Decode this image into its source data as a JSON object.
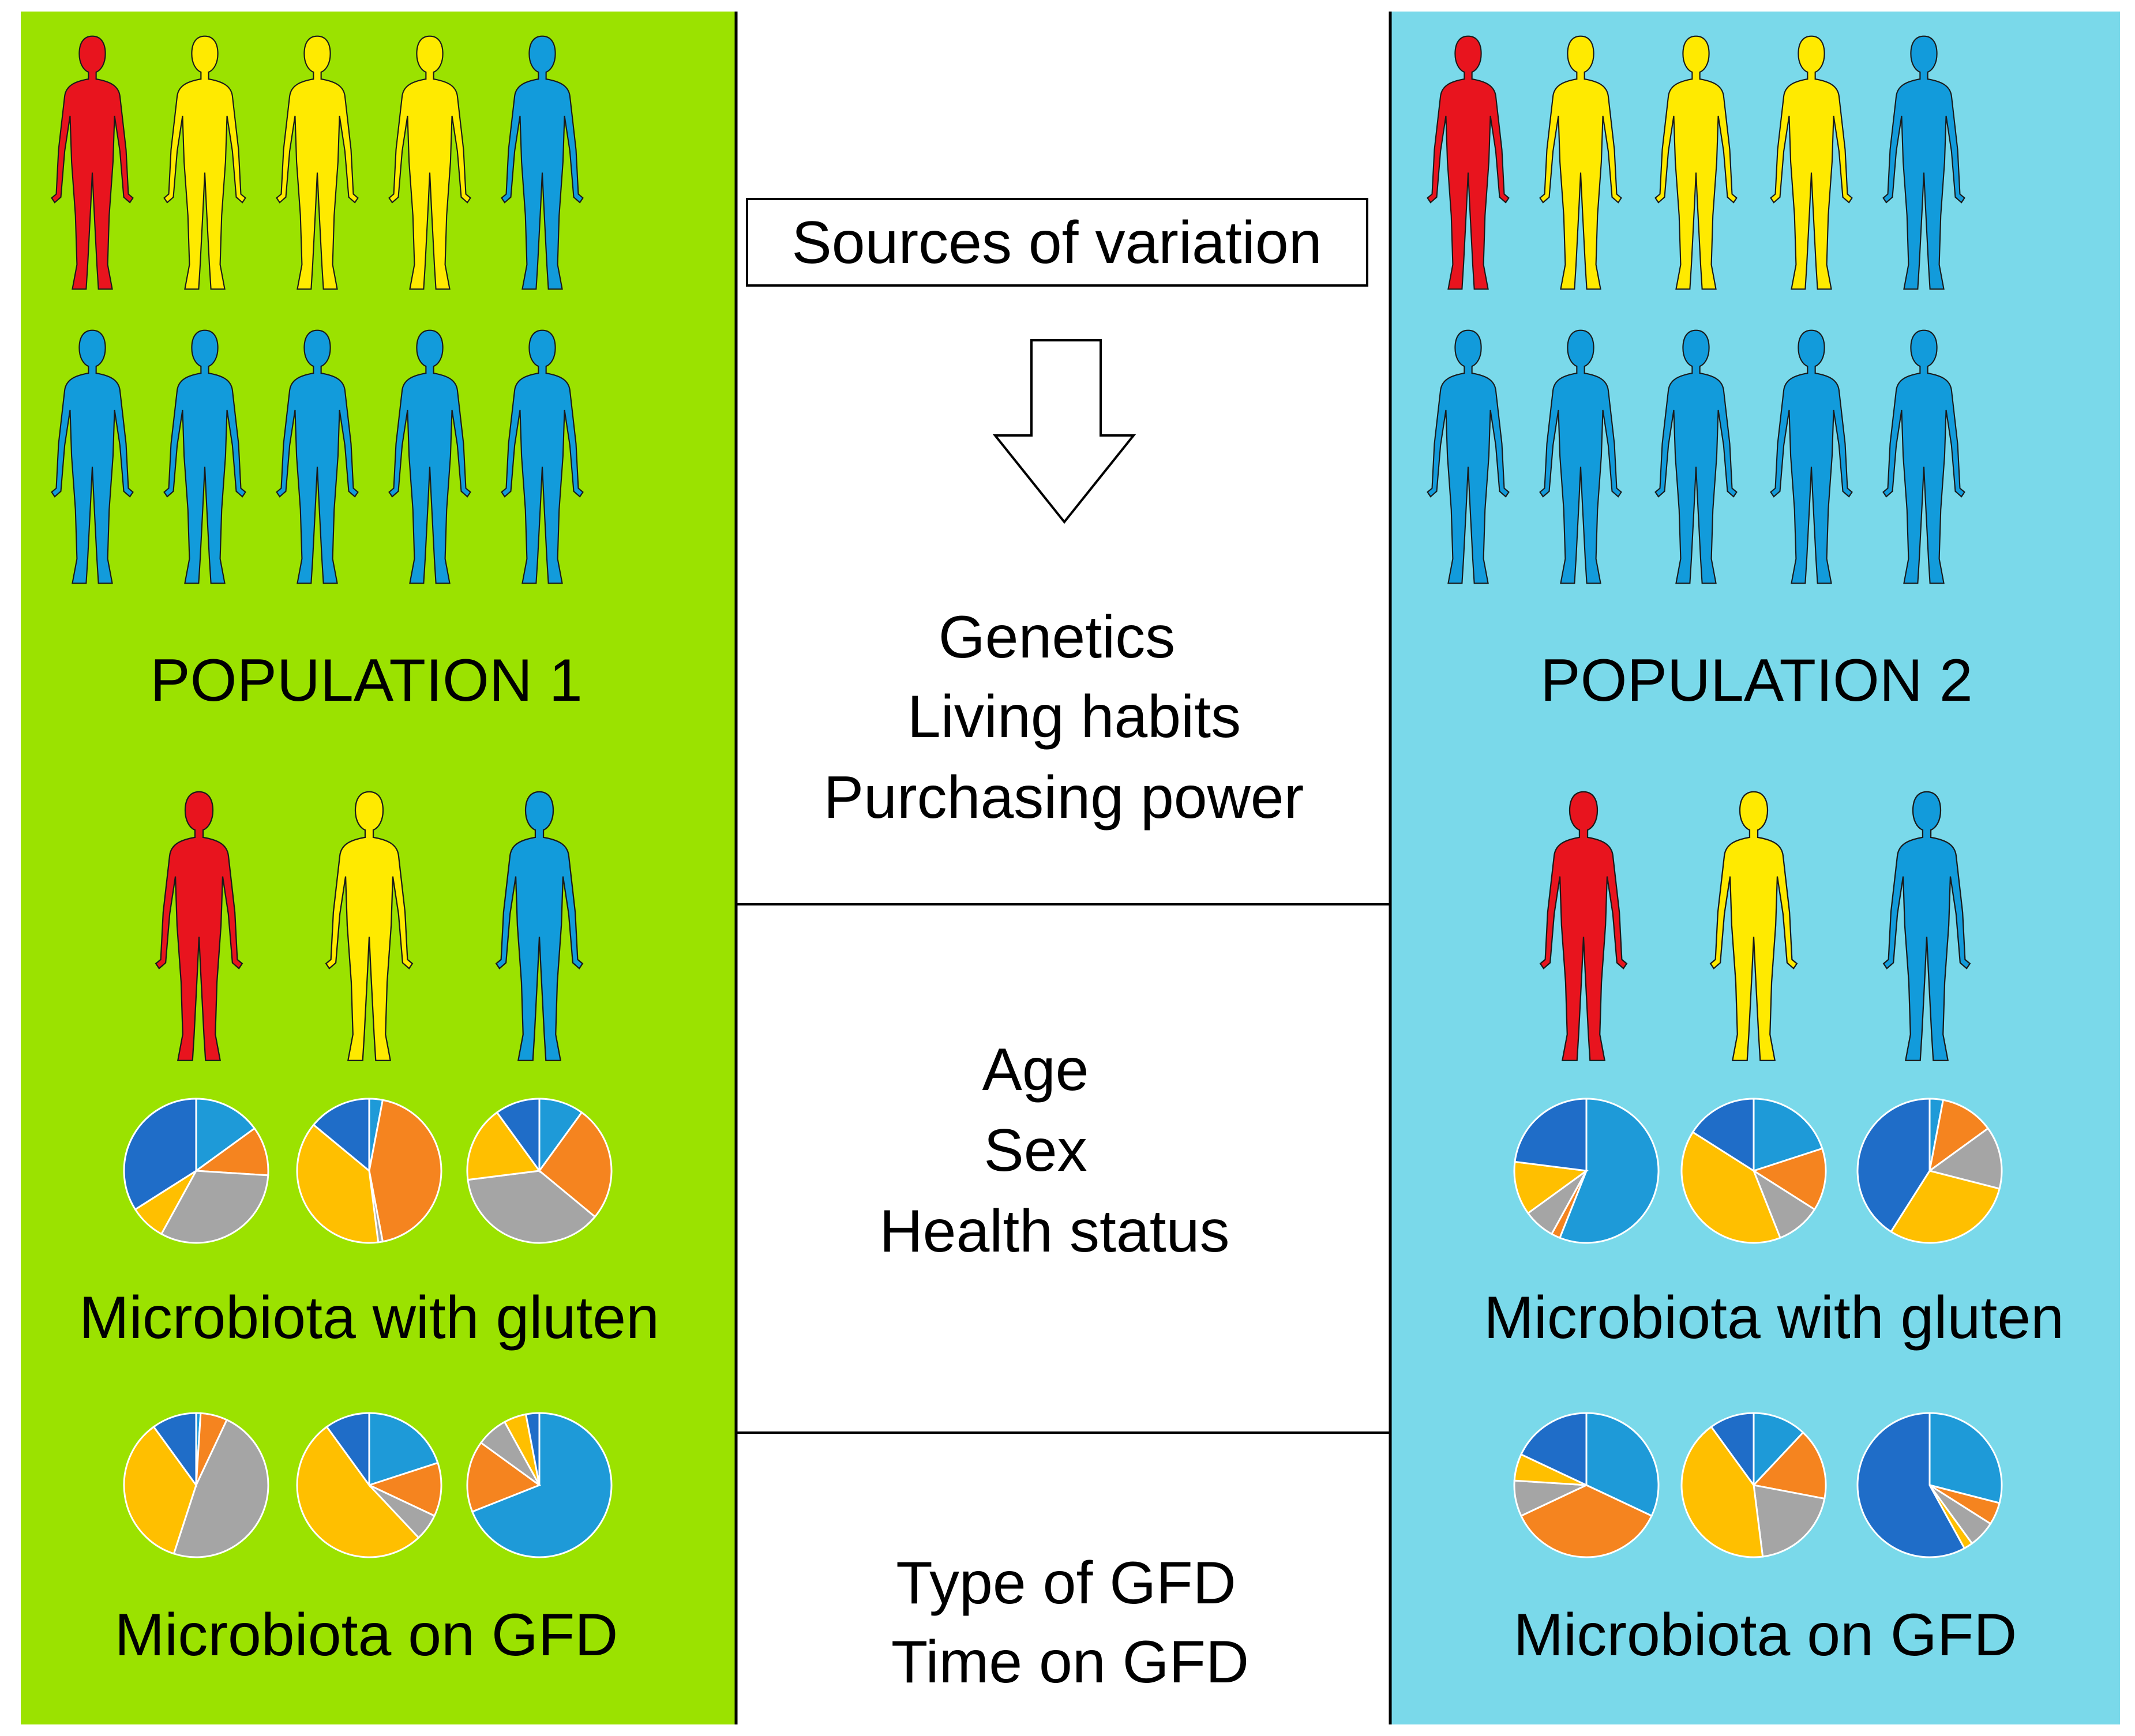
{
  "colors": {
    "population1_bg": "#9be200",
    "population2_bg": "#7ad9ea",
    "figure_red": "#e8141e",
    "figure_yellow": "#ffea00",
    "figure_blue": "#129bdb",
    "pie_dark_blue": "#1f6dc8",
    "pie_light_blue": "#1e9ad8",
    "pie_orange": "#f5841f",
    "pie_gray": "#a5a5a5",
    "pie_yellow": "#ffbf00"
  },
  "center": {
    "header": "Sources of variation",
    "group1": [
      "Genetics",
      "Living habits",
      "Purchasing power"
    ],
    "group2": [
      "Age",
      "Sex",
      "Health status"
    ],
    "group3": [
      "Type of GFD",
      "Time on GFD"
    ]
  },
  "panels": [
    {
      "title": "POPULATION 1",
      "figure_rows": [
        [
          "red",
          "yellow",
          "yellow",
          "yellow",
          "blue"
        ],
        [
          "blue",
          "blue",
          "blue",
          "blue",
          "blue"
        ]
      ],
      "subset_figures": [
        "red",
        "yellow",
        "blue"
      ],
      "gluten_label": "Microbiota with gluten",
      "gfd_label": "Microbiota on GFD",
      "gluten_pies": [
        [
          [
            "light_blue",
            15
          ],
          [
            "orange",
            11
          ],
          [
            "gray",
            32
          ],
          [
            "yellow",
            8
          ],
          [
            "dark_blue",
            34
          ]
        ],
        [
          [
            "light_blue",
            3
          ],
          [
            "orange",
            44
          ],
          [
            "gray",
            1
          ],
          [
            "yellow",
            38
          ],
          [
            "dark_blue",
            14
          ]
        ],
        [
          [
            "light_blue",
            10
          ],
          [
            "orange",
            26
          ],
          [
            "gray",
            37
          ],
          [
            "yellow",
            17
          ],
          [
            "dark_blue",
            10
          ]
        ]
      ],
      "gfd_pies": [
        [
          [
            "light_blue",
            1
          ],
          [
            "orange",
            6
          ],
          [
            "gray",
            48
          ],
          [
            "yellow",
            35
          ],
          [
            "dark_blue",
            10
          ]
        ],
        [
          [
            "light_blue",
            20
          ],
          [
            "orange",
            12
          ],
          [
            "gray",
            6
          ],
          [
            "yellow",
            52
          ],
          [
            "dark_blue",
            10
          ]
        ],
        [
          [
            "light_blue",
            69
          ],
          [
            "orange",
            16
          ],
          [
            "gray",
            7
          ],
          [
            "yellow",
            5
          ],
          [
            "dark_blue",
            3
          ]
        ]
      ]
    },
    {
      "title": "POPULATION 2",
      "figure_rows": [
        [
          "red",
          "yellow",
          "yellow",
          "yellow",
          "blue"
        ],
        [
          "blue",
          "blue",
          "blue",
          "blue",
          "blue"
        ]
      ],
      "subset_figures": [
        "red",
        "yellow",
        "blue"
      ],
      "gluten_label": "Microbiota with gluten",
      "gfd_label": "Microbiota on GFD",
      "gluten_pies": [
        [
          [
            "light_blue",
            56
          ],
          [
            "orange",
            2
          ],
          [
            "gray",
            7
          ],
          [
            "yellow",
            12
          ],
          [
            "dark_blue",
            23
          ]
        ],
        [
          [
            "light_blue",
            20
          ],
          [
            "orange",
            14
          ],
          [
            "gray",
            10
          ],
          [
            "yellow",
            40
          ],
          [
            "dark_blue",
            16
          ]
        ],
        [
          [
            "light_blue",
            3
          ],
          [
            "orange",
            12
          ],
          [
            "gray",
            14
          ],
          [
            "yellow",
            30
          ],
          [
            "dark_blue",
            41
          ]
        ]
      ],
      "gfd_pies": [
        [
          [
            "light_blue",
            32
          ],
          [
            "orange",
            36
          ],
          [
            "gray",
            8
          ],
          [
            "yellow",
            6
          ],
          [
            "dark_blue",
            18
          ]
        ],
        [
          [
            "light_blue",
            12
          ],
          [
            "orange",
            16
          ],
          [
            "gray",
            20
          ],
          [
            "yellow",
            42
          ],
          [
            "dark_blue",
            10
          ]
        ],
        [
          [
            "light_blue",
            29
          ],
          [
            "orange",
            5
          ],
          [
            "gray",
            6
          ],
          [
            "yellow",
            2
          ],
          [
            "dark_blue",
            58
          ]
        ]
      ]
    }
  ]
}
